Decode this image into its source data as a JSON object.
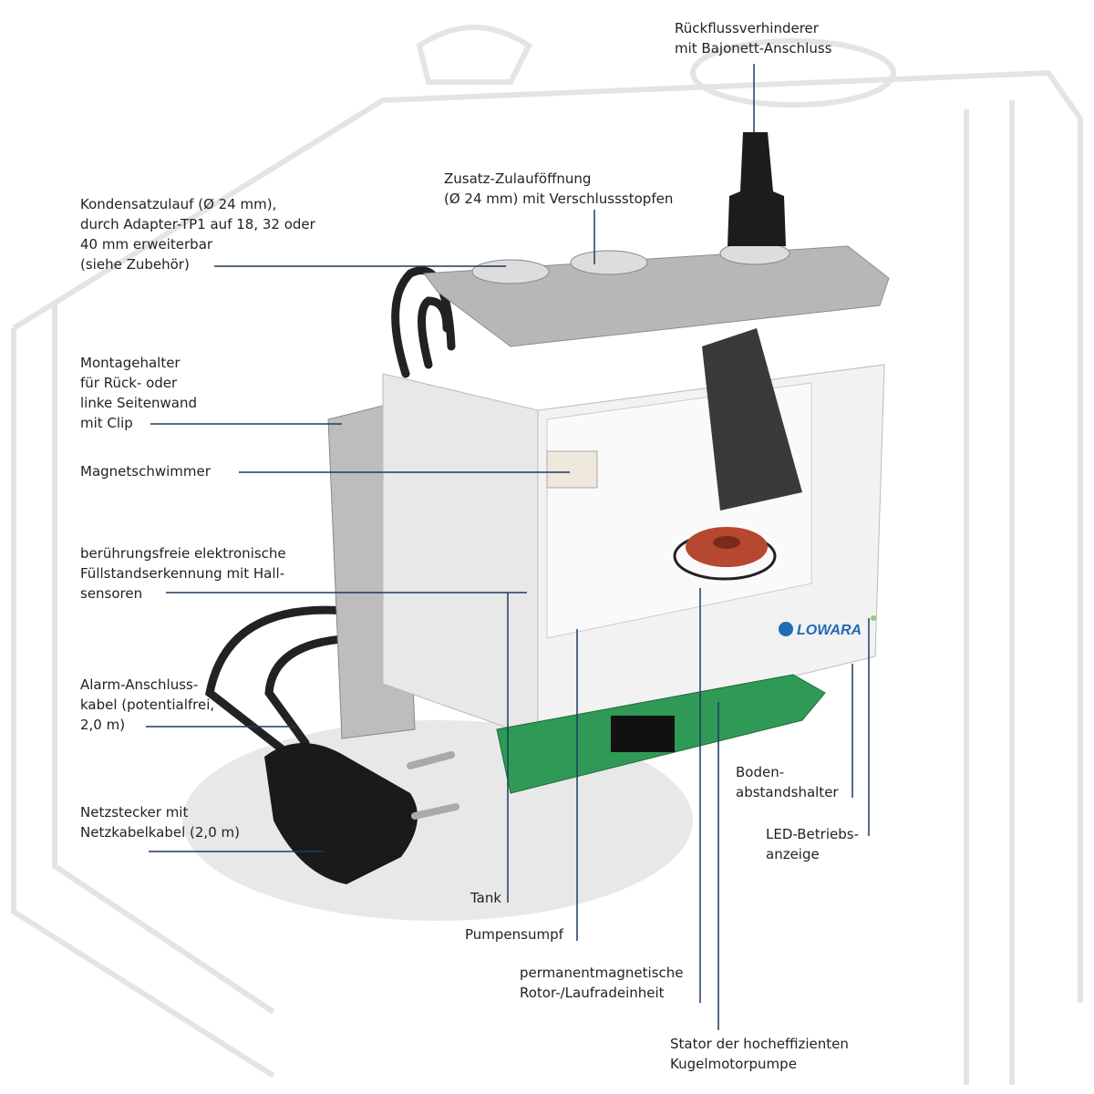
{
  "brand": "LOWARA",
  "colors": {
    "leader": "#1f3a5f",
    "pcb": "#2e9a55",
    "rotor": "#b5482f",
    "lid": "#b9b6b6",
    "body": "#e6e6e6"
  },
  "labels": {
    "backflow": [
      "Rückflussverhinderer",
      "mit Bajonett-Anschluss"
    ],
    "extra_inlet": [
      "Zusatz-Zulauföffnung",
      "(Ø 24 mm) mit Verschlussstopfen"
    ],
    "condensate_inlet": [
      "Kondensatzulauf (Ø 24 mm),",
      "durch Adapter-TP1 auf 18, 32 oder",
      "40 mm erweiterbar",
      "(siehe Zubehör)"
    ],
    "mount": [
      "Montagehalter",
      "für Rück- oder",
      "linke Seitenwand",
      "mit Clip"
    ],
    "float": [
      "Magnetschwimmer"
    ],
    "level_detection": [
      "berührungsfreie elektronische",
      "Füllstandserkennung mit Hall-",
      "sensoren"
    ],
    "alarm_cable": [
      "Alarm-Anschluss-",
      "kabel (potentialfrei,",
      "2,0 m)"
    ],
    "plug": [
      "Netzstecker mit",
      "Netzkabelkabel (2,0 m)"
    ],
    "tank": [
      "Tank"
    ],
    "sump": [
      "Pumpensumpf"
    ],
    "rotor": [
      "permanentmagnetische",
      "Rotor-/Laufradeinheit"
    ],
    "stator": [
      "Stator der hocheffizienten",
      "Kugelmotorpumpe"
    ],
    "spacer": [
      "Boden-",
      "abstandshalter"
    ],
    "led": [
      "LED-Betriebs-",
      "anzeige"
    ]
  }
}
